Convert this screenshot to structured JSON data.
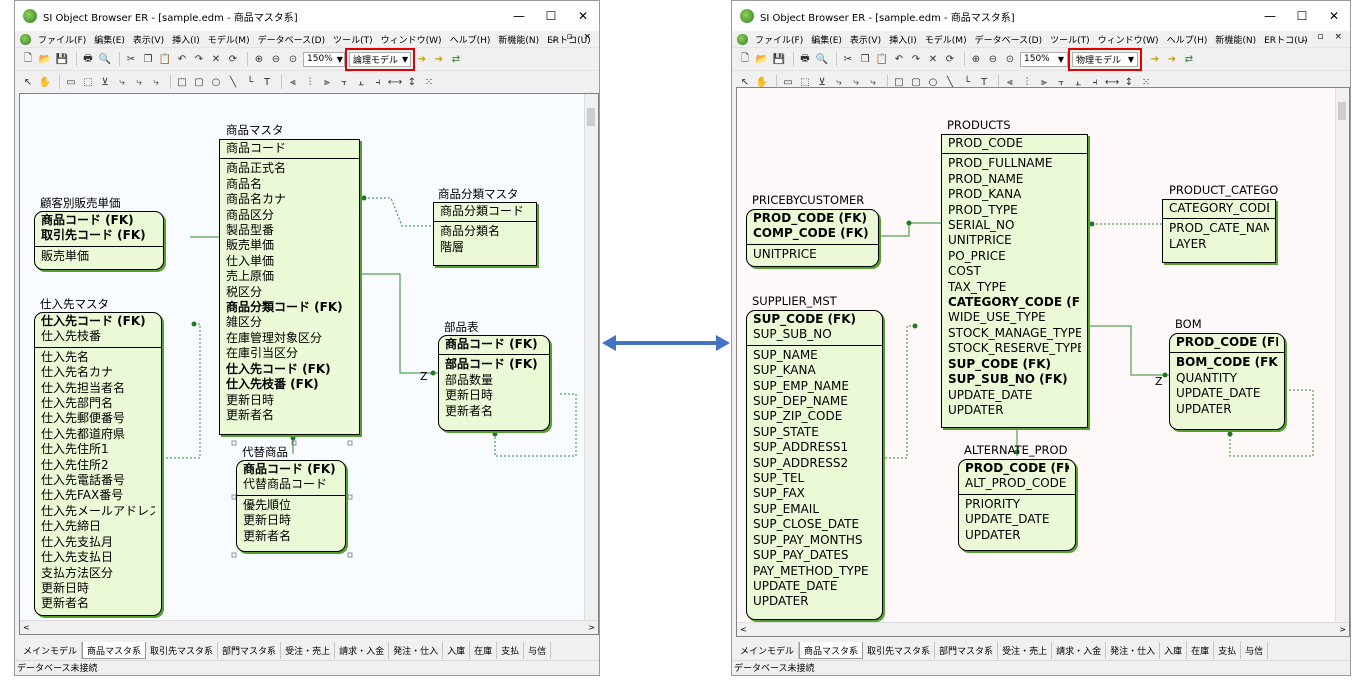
{
  "window_left": {
    "title": "SI Object Browser ER - [sample.edm - 商品マスタ系]",
    "model_select": "論理モデル",
    "zoom": "150%",
    "status": "データベース未接続",
    "active_tab": "商品マスタ系",
    "entities": {
      "shohin": {
        "title": "商品マスタ",
        "keys": [
          "商品コード"
        ],
        "attrs": [
          "商品正式名",
          "商品名",
          "商品名カナ",
          "商品区分",
          "製品型番",
          "販売単価",
          "仕入単価",
          "売上原価",
          "税区分",
          "商品分類コード (FK)",
          "雑区分",
          "在庫管理対象区分",
          "在庫引当区分",
          "仕入先コード (FK)",
          "仕入先枝番 (FK)",
          "更新日時",
          "更新者名"
        ],
        "bold_attrs": [
          9,
          13,
          14
        ]
      },
      "kokyaku": {
        "title": "顧客別販売単価",
        "keys": [
          "商品コード (FK)",
          "取引先コード (FK)"
        ],
        "attrs": [
          "販売単価"
        ]
      },
      "bunrui": {
        "title": "商品分類マスタ",
        "keys": [
          "商品分類コード"
        ],
        "attrs": [
          "商品分類名",
          "階層"
        ]
      },
      "shiiresaki": {
        "title": "仕入先マスタ",
        "keys": [
          "仕入先コード (FK)",
          "仕入先枝番"
        ],
        "attrs": [
          "仕入先名",
          "仕入先名カナ",
          "仕入先担当者名",
          "仕入先部門名",
          "仕入先郵便番号",
          "仕入先都道府県",
          "仕入先住所1",
          "仕入先住所2",
          "仕入先電話番号",
          "仕入先FAX番号",
          "仕入先メールアドレス",
          "仕入先締日",
          "仕入先支払月",
          "仕入先支払日",
          "支払方法区分",
          "更新日時",
          "更新者名"
        ]
      },
      "buhin": {
        "title": "部品表",
        "keys": [
          "商品コード (FK)"
        ],
        "attrs": [
          "部品コード (FK)",
          "部品数量",
          "更新日時",
          "更新者名"
        ],
        "bold_attrs": [
          0
        ]
      },
      "daitai": {
        "title": "代替商品",
        "keys": [
          "商品コード (FK)",
          "代替商品コード"
        ],
        "attrs": [
          "優先順位",
          "更新日時",
          "更新者名"
        ],
        "bold_keys": [
          0
        ]
      }
    },
    "z_label": "Z"
  },
  "window_right": {
    "title": "SI Object Browser ER - [sample.edm - 商品マスタ系]",
    "model_select": "物理モデル",
    "zoom": "150%",
    "status": "データベース未接続",
    "active_tab": "商品マスタ系",
    "entities": {
      "products": {
        "title": "PRODUCTS",
        "keys": [
          "PROD_CODE"
        ],
        "attrs": [
          "PROD_FULLNAME",
          "PROD_NAME",
          "PROD_KANA",
          "PROD_TYPE",
          "SERIAL_NO",
          "UNITPRICE",
          "PO_PRICE",
          "COST",
          "TAX_TYPE",
          "CATEGORY_CODE (FK)",
          "WIDE_USE_TYPE",
          "STOCK_MANAGE_TYPE",
          "STOCK_RESERVE_TYPE",
          "SUP_CODE (FK)",
          "SUP_SUB_NO (FK)",
          "UPDATE_DATE",
          "UPDATER"
        ],
        "bold_attrs": [
          9,
          13,
          14
        ]
      },
      "pricebycustomer": {
        "title": "PRICEBYCUSTOMER",
        "keys": [
          "PROD_CODE (FK)",
          "COMP_CODE (FK)"
        ],
        "attrs": [
          "UNITPRICE"
        ]
      },
      "category": {
        "title": "PRODUCT_CATEGO",
        "keys": [
          "CATEGORY_CODE"
        ],
        "attrs": [
          "PROD_CATE_NAME",
          "LAYER"
        ]
      },
      "supplier": {
        "title": "SUPPLIER_MST",
        "keys": [
          "SUP_CODE (FK)",
          "SUP_SUB_NO"
        ],
        "attrs": [
          "SUP_NAME",
          "SUP_KANA",
          "SUP_EMP_NAME",
          "SUP_DEP_NAME",
          "SUP_ZIP_CODE",
          "SUP_STATE",
          "SUP_ADDRESS1",
          "SUP_ADDRESS2",
          "SUP_TEL",
          "SUP_FAX",
          "SUP_EMAIL",
          "SUP_CLOSE_DATE",
          "SUP_PAY_MONTHS",
          "SUP_PAY_DATES",
          "PAY_METHOD_TYPE",
          "UPDATE_DATE",
          "UPDATER"
        ]
      },
      "bom": {
        "title": "BOM",
        "keys": [
          "PROD_CODE (FK)"
        ],
        "attrs": [
          "BOM_CODE (FK)",
          "QUANTITY",
          "UPDATE_DATE",
          "UPDATER"
        ],
        "bold_attrs": [
          0
        ]
      },
      "alternate": {
        "title": "ALTERNATE_PROD",
        "keys": [
          "PROD_CODE (FK)",
          "ALT_PROD_CODE"
        ],
        "attrs": [
          "PRIORITY",
          "UPDATE_DATE",
          "UPDATER"
        ],
        "bold_keys": [
          0
        ]
      }
    },
    "z_label": "Z"
  },
  "menu": [
    "ファイル(F)",
    "編集(E)",
    "表示(V)",
    "挿入(I)",
    "モデル(M)",
    "データベース(D)",
    "ツール(T)",
    "ウィンドウ(W)",
    "ヘルプ(H)",
    "新機能(N)",
    "ERトコ(U)"
  ],
  "tabs": [
    "メインモデル",
    "商品マスタ系",
    "取引先マスタ系",
    "部門マスタ系",
    "受注・売上",
    "請求・入金",
    "発注・仕入",
    "入庫",
    "在庫",
    "支払",
    "与信"
  ],
  "colors": {
    "entity_fill": "#ecf9d6",
    "relation_line": "#2e8b2e",
    "highlight": "#e00000",
    "arrow": "#4472c4"
  }
}
